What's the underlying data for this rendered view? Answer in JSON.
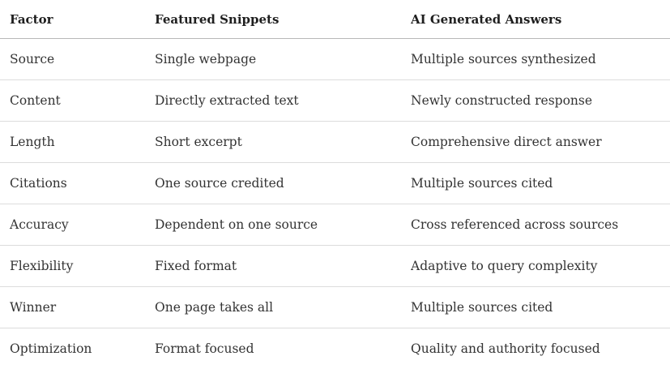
{
  "table": {
    "headers": [
      "Factor",
      "Featured Snippets",
      "AI Generated Answers"
    ],
    "rows": [
      [
        "Source",
        "Single webpage",
        "Multiple sources synthesized"
      ],
      [
        "Content",
        "Directly extracted text",
        "Newly constructed response"
      ],
      [
        "Length",
        "Short excerpt",
        "Comprehensive direct answer"
      ],
      [
        "Citations",
        "One source credited",
        "Multiple sources cited"
      ],
      [
        "Accuracy",
        "Dependent on one source",
        "Cross referenced across sources"
      ],
      [
        "Flexibility",
        "Fixed format",
        "Adaptive to query complexity"
      ],
      [
        "Winner",
        "One page takes all",
        "Multiple sources cited"
      ],
      [
        "Optimization",
        "Format focused",
        "Quality and authority focused"
      ]
    ]
  },
  "colors": {
    "text": "#333333",
    "header_text": "#1f1f1f",
    "header_rule": "#b8b8b8",
    "row_rule": "#dcdcdc",
    "background": "#ffffff"
  }
}
